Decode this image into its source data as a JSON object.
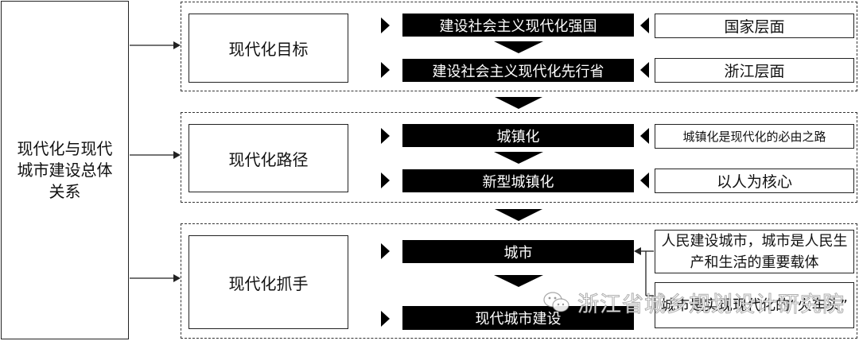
{
  "root": {
    "label": "现代化与现代城市建设总体关系"
  },
  "sections": [
    {
      "goal": "现代化目标",
      "steps": [
        {
          "bar": "建设社会主义现代化强国",
          "note": "国家层面"
        },
        {
          "bar": "建设社会主义现代化先行省",
          "note": "浙江层面"
        }
      ]
    },
    {
      "goal": "现代化路径",
      "steps": [
        {
          "bar": "城镇化",
          "note": "城镇化是现代化的必由之路"
        },
        {
          "bar": "新型城镇化",
          "note": "以人为核心"
        }
      ]
    },
    {
      "goal": "现代化抓手",
      "steps": [
        {
          "bar": "城市",
          "note": "人民建设城市，城市是人民生产和生活的重要载体"
        },
        {
          "bar": "现代城市建设",
          "note": "城市是实现现代化的“火车头”"
        }
      ]
    }
  ],
  "watermark": {
    "text": "浙江省城乡规划设计研究院"
  },
  "colors": {
    "bar": "#000000",
    "line": "#222222",
    "background": "#ffffff"
  }
}
